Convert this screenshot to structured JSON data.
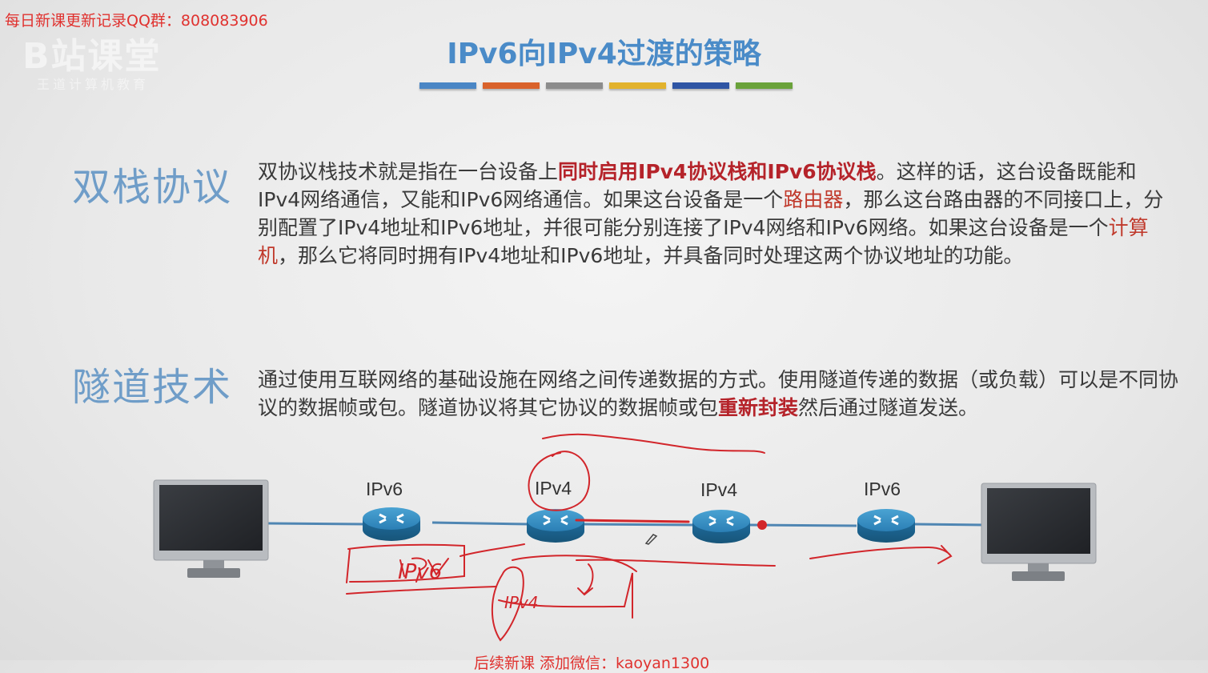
{
  "watermark": {
    "top_text": "每日新课更新记录QQ群：808083906",
    "bottom_text": "后续新课 添加微信：kaoyan1300"
  },
  "slide": {
    "title": "IPv6向IPv4过渡的策略",
    "bar_colors": [
      "#4a86c5",
      "#d9622b",
      "#8c8c8c",
      "#e2b22c",
      "#2f55a4",
      "#6aa23a"
    ]
  },
  "dual_stack": {
    "label": "双栈协议",
    "p1": "双协议栈技术就是指在一台设备上",
    "p1_bold": "同时启用IPv4协议栈和IPv6协议栈",
    "p2": "。这样的话，这台设备既能和IPv4网络通信，又能和IPv6网络通信。如果这台设备是一个",
    "p2_hl": "路由器",
    "p3": "，那么这台路由器的不同接口上，分别配置了IPv4地址和IPv6地址，并很可能分别连接了IPv4网络和IPv6网络。如果这台设备是一个",
    "p3_hl": "计算机",
    "p4": "，那么它将同时拥有IPv4地址和IPv6地址，并具备同时处理这两个协议地址的功能。"
  },
  "tunnel": {
    "label": "隧道技术",
    "p1": "通过使用互联网络的基础设施在网络之间传递数据的方式。使用隧道传递的数据（或负载）可以是不同协议的数据帧或包。隧道协议将其它协议的数据帧或包",
    "p1_bold": "重新封装",
    "p2": "然后通过隧道发送。"
  },
  "diagram": {
    "routers": [
      {
        "label": "IPv6"
      },
      {
        "label": "IPv4"
      },
      {
        "label": "IPv4"
      },
      {
        "label": "IPv6"
      }
    ],
    "annotations": {
      "packet_ipv6": "IPv6",
      "packet_ipv4": "IPv4"
    }
  }
}
